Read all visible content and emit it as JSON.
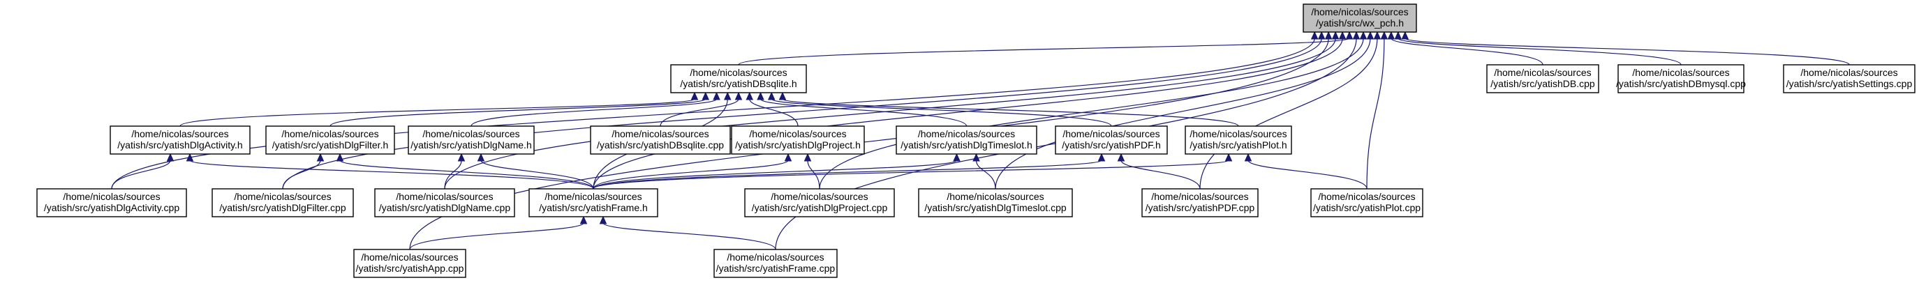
{
  "graph": {
    "line_color": "#191970",
    "root_fill": "#bfbfbf",
    "nodes": [
      {
        "id": "wx_pch",
        "lines": [
          "/home/nicolas/sources",
          "/yatish/src/wx_pch.h"
        ],
        "root": true
      },
      {
        "id": "dbsqlite_h",
        "lines": [
          "/home/nicolas/sources",
          "/yatish/src/yatishDBsqlite.h"
        ]
      },
      {
        "id": "db_cpp",
        "lines": [
          "/home/nicolas/sources",
          "/yatish/src/yatishDB.cpp"
        ]
      },
      {
        "id": "dbmysql_cpp",
        "lines": [
          "/home/nicolas/sources",
          "/yatish/src/yatishDBmysql.cpp"
        ]
      },
      {
        "id": "settings_cpp",
        "lines": [
          "/home/nicolas/sources",
          "/yatish/src/yatishSettings.cpp"
        ]
      },
      {
        "id": "activity_h",
        "lines": [
          "/home/nicolas/sources",
          "/yatish/src/yatishDlgActivity.h"
        ]
      },
      {
        "id": "filter_h",
        "lines": [
          "/home/nicolas/sources",
          "/yatish/src/yatishDlgFilter.h"
        ]
      },
      {
        "id": "name_h",
        "lines": [
          "/home/nicolas/sources",
          "/yatish/src/yatishDlgName.h"
        ]
      },
      {
        "id": "dbsqlite_cpp",
        "lines": [
          "/home/nicolas/sources",
          "/yatish/src/yatishDBsqlite.cpp"
        ]
      },
      {
        "id": "project_h",
        "lines": [
          "/home/nicolas/sources",
          "/yatish/src/yatishDlgProject.h"
        ]
      },
      {
        "id": "timeslot_h",
        "lines": [
          "/home/nicolas/sources",
          "/yatish/src/yatishDlgTimeslot.h"
        ]
      },
      {
        "id": "pdf_h",
        "lines": [
          "/home/nicolas/sources",
          "/yatish/src/yatishPDF.h"
        ]
      },
      {
        "id": "plot_h",
        "lines": [
          "/home/nicolas/sources",
          "/yatish/src/yatishPlot.h"
        ]
      },
      {
        "id": "activity_cpp",
        "lines": [
          "/home/nicolas/sources",
          "/yatish/src/yatishDlgActivity.cpp"
        ]
      },
      {
        "id": "filter_cpp",
        "lines": [
          "/home/nicolas/sources",
          "/yatish/src/yatishDlgFilter.cpp"
        ]
      },
      {
        "id": "name_cpp",
        "lines": [
          "/home/nicolas/sources",
          "/yatish/src/yatishDlgName.cpp"
        ]
      },
      {
        "id": "frame_h",
        "lines": [
          "/home/nicolas/sources",
          "/yatish/src/yatishFrame.h"
        ]
      },
      {
        "id": "project_cpp",
        "lines": [
          "/home/nicolas/sources",
          "/yatish/src/yatishDlgProject.cpp"
        ]
      },
      {
        "id": "timeslot_cpp",
        "lines": [
          "/home/nicolas/sources",
          "/yatish/src/yatishDlgTimeslot.cpp"
        ]
      },
      {
        "id": "pdf_cpp",
        "lines": [
          "/home/nicolas/sources",
          "/yatish/src/yatishPDF.cpp"
        ]
      },
      {
        "id": "plot_cpp",
        "lines": [
          "/home/nicolas/sources",
          "/yatish/src/yatishPlot.cpp"
        ]
      },
      {
        "id": "app_cpp",
        "lines": [
          "/home/nicolas/sources",
          "/yatish/src/yatishApp.cpp"
        ]
      },
      {
        "id": "frame_cpp",
        "lines": [
          "/home/nicolas/sources",
          "/yatish/src/yatishFrame.cpp"
        ]
      }
    ],
    "edges": [
      [
        "dbsqlite_h",
        "wx_pch"
      ],
      [
        "db_cpp",
        "wx_pch"
      ],
      [
        "dbmysql_cpp",
        "wx_pch"
      ],
      [
        "settings_cpp",
        "wx_pch"
      ],
      [
        "activity_cpp",
        "wx_pch"
      ],
      [
        "filter_cpp",
        "wx_pch"
      ],
      [
        "name_cpp",
        "wx_pch"
      ],
      [
        "app_cpp",
        "wx_pch"
      ],
      [
        "frame_h",
        "wx_pch"
      ],
      [
        "project_cpp",
        "wx_pch"
      ],
      [
        "timeslot_cpp",
        "wx_pch"
      ],
      [
        "pdf_cpp",
        "wx_pch"
      ],
      [
        "plot_cpp",
        "wx_pch"
      ],
      [
        "frame_cpp",
        "wx_pch"
      ],
      [
        "activity_h",
        "dbsqlite_h"
      ],
      [
        "filter_h",
        "dbsqlite_h"
      ],
      [
        "name_h",
        "dbsqlite_h"
      ],
      [
        "dbsqlite_cpp",
        "dbsqlite_h"
      ],
      [
        "project_h",
        "dbsqlite_h"
      ],
      [
        "timeslot_h",
        "dbsqlite_h"
      ],
      [
        "pdf_h",
        "dbsqlite_h"
      ],
      [
        "plot_h",
        "dbsqlite_h"
      ],
      [
        "frame_h",
        "dbsqlite_h"
      ],
      [
        "activity_cpp",
        "activity_h"
      ],
      [
        "frame_h",
        "activity_h"
      ],
      [
        "filter_cpp",
        "filter_h"
      ],
      [
        "frame_h",
        "filter_h"
      ],
      [
        "name_cpp",
        "name_h"
      ],
      [
        "frame_h",
        "name_h"
      ],
      [
        "project_cpp",
        "project_h"
      ],
      [
        "frame_h",
        "project_h"
      ],
      [
        "timeslot_cpp",
        "timeslot_h"
      ],
      [
        "frame_h",
        "timeslot_h"
      ],
      [
        "pdf_cpp",
        "pdf_h"
      ],
      [
        "frame_h",
        "pdf_h"
      ],
      [
        "plot_cpp",
        "plot_h"
      ],
      [
        "frame_h",
        "plot_h"
      ],
      [
        "app_cpp",
        "frame_h"
      ],
      [
        "frame_cpp",
        "frame_h"
      ]
    ]
  }
}
